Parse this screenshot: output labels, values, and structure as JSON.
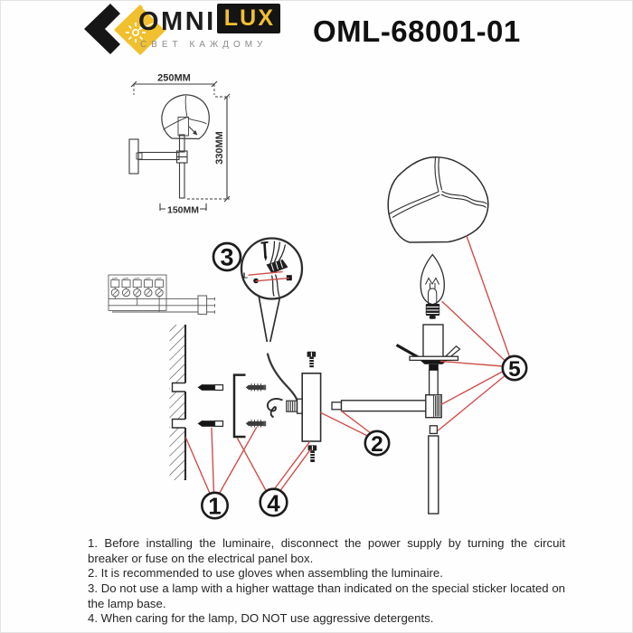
{
  "header": {
    "brand_name_primary": "OMNI",
    "brand_name_badge": "LUX",
    "brand_tagline": "СВЕТ КАЖДОМУ",
    "product_code": "OML-68001-01"
  },
  "dimension_drawing": {
    "width_label": "250MM",
    "height_label": "330MM",
    "depth_label": "150MM"
  },
  "wiring_detail": {
    "terminal_label": "L"
  },
  "callouts": [
    {
      "number": "1"
    },
    {
      "number": "2"
    },
    {
      "number": "3"
    },
    {
      "number": "4"
    },
    {
      "number": "5"
    }
  ],
  "instructions": [
    "1. Before installing the luminaire, disconnect the power supply by turning the circuit breaker or fuse on the electrical panel box.",
    "2. It is recommended to use gloves when assembling the luminaire.",
    "3. Do not use a lamp with a higher wattage than indicated on the special sticker located on the lamp base.",
    "4. When caring for the lamp, DO NOT use aggressive detergents."
  ],
  "colors": {
    "accent_red": "#cf4f4a",
    "brand_yellow": "#f1c02f",
    "ink": "#222222",
    "tagline_gray": "#8c8c8c"
  }
}
